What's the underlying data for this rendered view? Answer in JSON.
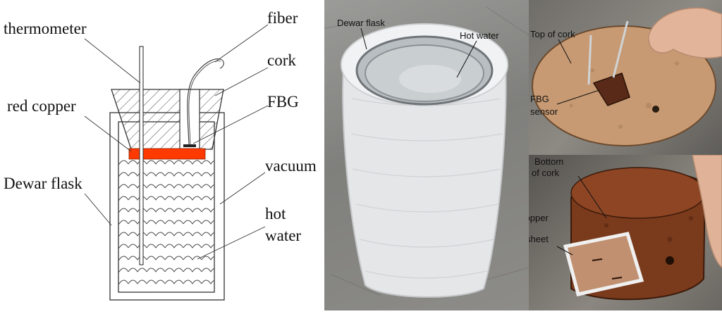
{
  "schematic": {
    "labels": {
      "thermometer": "thermometer",
      "fiber": "fiber",
      "cork": "cork",
      "red_copper": "red copper",
      "fbg": "FBG",
      "dewar_flask": "Dewar flask",
      "vacuum": "vacuum",
      "hot_water_line1": "hot",
      "hot_water_line2": "water"
    },
    "colors": {
      "copper": "#ff3a00",
      "line": "#333333"
    }
  },
  "photo_left": {
    "labels": {
      "dewar_flask": "Dewar flask",
      "hot_water": "Hot water"
    }
  },
  "photo_top_right": {
    "labels": {
      "top_of_cork": "Top of cork",
      "fbg_line1": "FBG",
      "fbg_line2": "sensor"
    }
  },
  "photo_bottom_right": {
    "labels": {
      "bottom_line1": "Bottom",
      "bottom_line2": "of cork",
      "copper_line1": "copper",
      "copper_line2": "sheet"
    }
  }
}
